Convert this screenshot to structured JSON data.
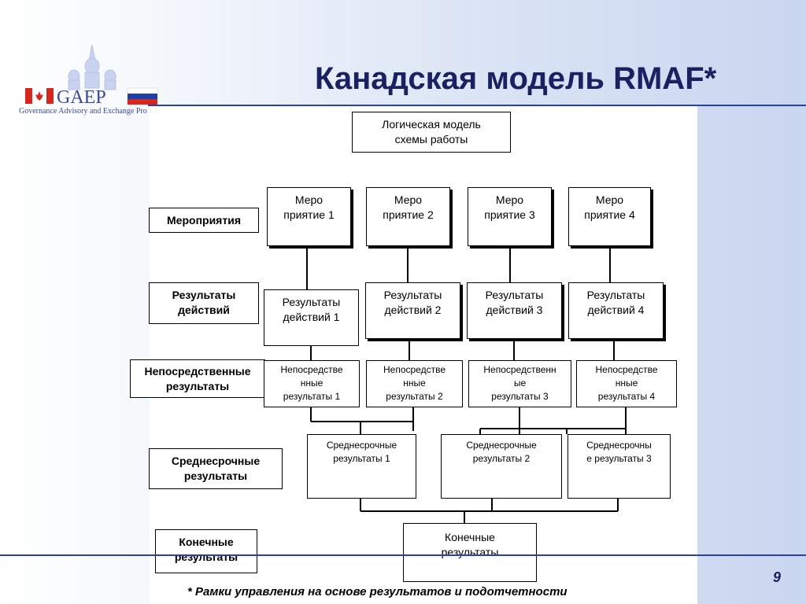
{
  "header": {
    "title": "Канадская модель RMAF*",
    "page_number": "9",
    "logo_text": "GAEP",
    "logo_subtitle": "Governance Advisory and Exchange Pro"
  },
  "diagram": {
    "top_box": "Логическая модель\nсхемы работы",
    "row_labels": {
      "activities": "Мероприятия",
      "outputs": "Результаты\nдействий",
      "immediate": "Непосредственные\nрезультаты",
      "intermediate": "Среднесрочные\nрезультаты",
      "final": "Конечные\nрезультаты"
    },
    "activities": [
      "Меро\nприятие 1",
      "Меро\nприятие 2",
      "Меро\nприятие 3",
      "Меро\nприятие 4"
    ],
    "outputs": [
      "Результаты\nдействий 1",
      "Результаты\nдействий 2",
      "Результаты\nдействий 3",
      "Результаты\nдействий 4"
    ],
    "immediate": [
      "Непосредстве\nнные\nрезультаты 1",
      "Непосредстве\nнные\nрезультаты 2",
      "Непосредственн\nые\nрезультаты 3",
      "Непосредстве\nнные\nрезультаты 4"
    ],
    "intermediate": [
      "Среднесрочные\nрезультаты 1",
      "Среднесрочные\nрезультаты 2",
      "Среднесрочны\nе результаты 3"
    ],
    "final": "Конечные\nрезультаты"
  },
  "footnote": "* Рамки управления на основе результатов и подотчетности",
  "colors": {
    "title": "#1a2060",
    "rule": "#2a3fb0"
  }
}
